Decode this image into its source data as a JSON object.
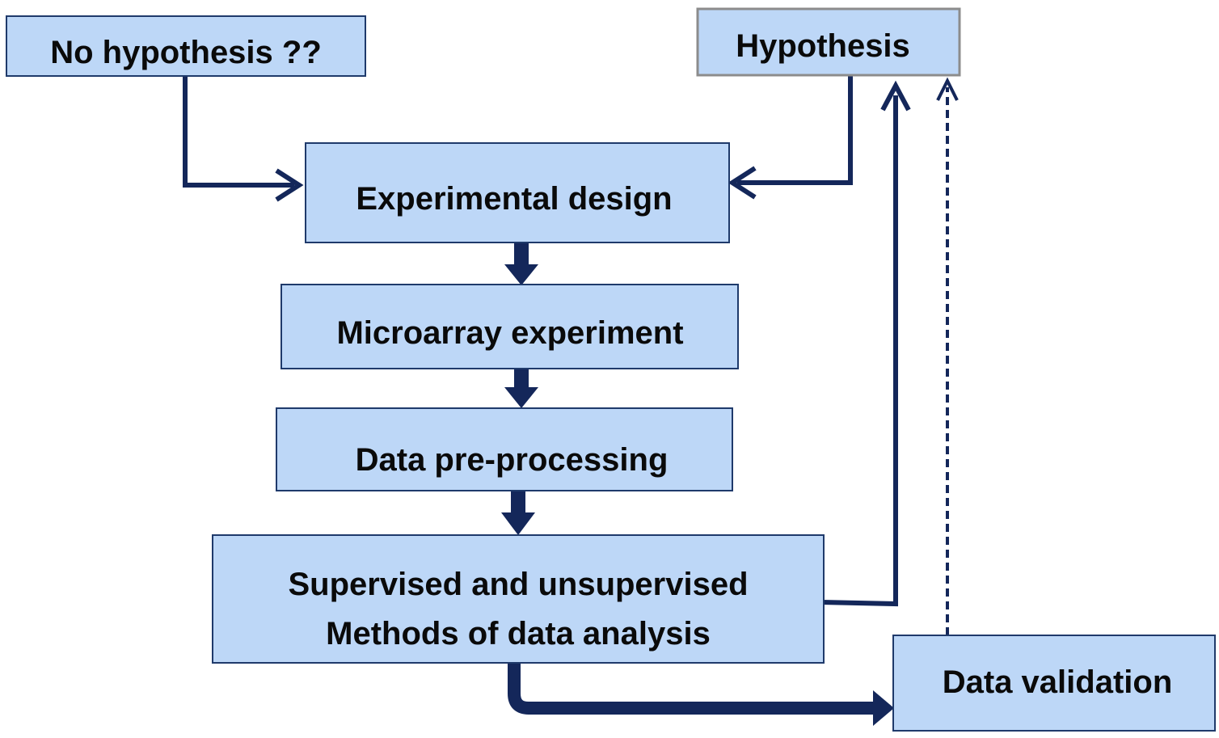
{
  "diagram": {
    "nodes": {
      "no_hypothesis": "No hypothesis ??",
      "hypothesis": "Hypothesis",
      "experimental_design": "Experimental design",
      "microarray_experiment": "Microarray experiment",
      "data_preprocessing": "Data pre-processing",
      "analysis_line1": "Supervised and unsupervised",
      "analysis_line2": "Methods of data analysis",
      "data_validation": "Data validation"
    },
    "edges": [
      {
        "from": "no_hypothesis",
        "to": "experimental_design",
        "style": "solid"
      },
      {
        "from": "hypothesis",
        "to": "experimental_design",
        "style": "solid"
      },
      {
        "from": "experimental_design",
        "to": "microarray_experiment",
        "style": "block"
      },
      {
        "from": "microarray_experiment",
        "to": "data_preprocessing",
        "style": "block"
      },
      {
        "from": "data_preprocessing",
        "to": "analysis",
        "style": "block"
      },
      {
        "from": "analysis",
        "to": "hypothesis",
        "style": "solid"
      },
      {
        "from": "analysis",
        "to": "data_validation",
        "style": "thick"
      },
      {
        "from": "data_validation",
        "to": "hypothesis",
        "style": "dashed"
      }
    ],
    "colors": {
      "box_fill": "#bdd7f7",
      "box_border": "#1f3a6b",
      "arrow": "#14275a",
      "text": "#0a0a0a"
    }
  }
}
